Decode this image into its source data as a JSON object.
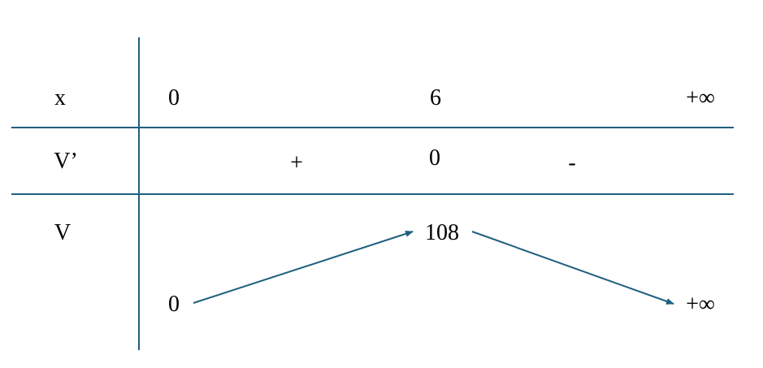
{
  "table": {
    "row_labels": {
      "x": "x",
      "derivative": "V’",
      "function": "V"
    },
    "x_row": [
      "0",
      "6",
      "+∞"
    ],
    "derivative_row": {
      "left_sign": "+",
      "at_critical": "0",
      "right_sign": "-"
    },
    "function_row": {
      "left": "0",
      "peak": "108",
      "right": "+∞"
    }
  },
  "colors": {
    "line": "#1f5f7f",
    "text": "#000000"
  }
}
